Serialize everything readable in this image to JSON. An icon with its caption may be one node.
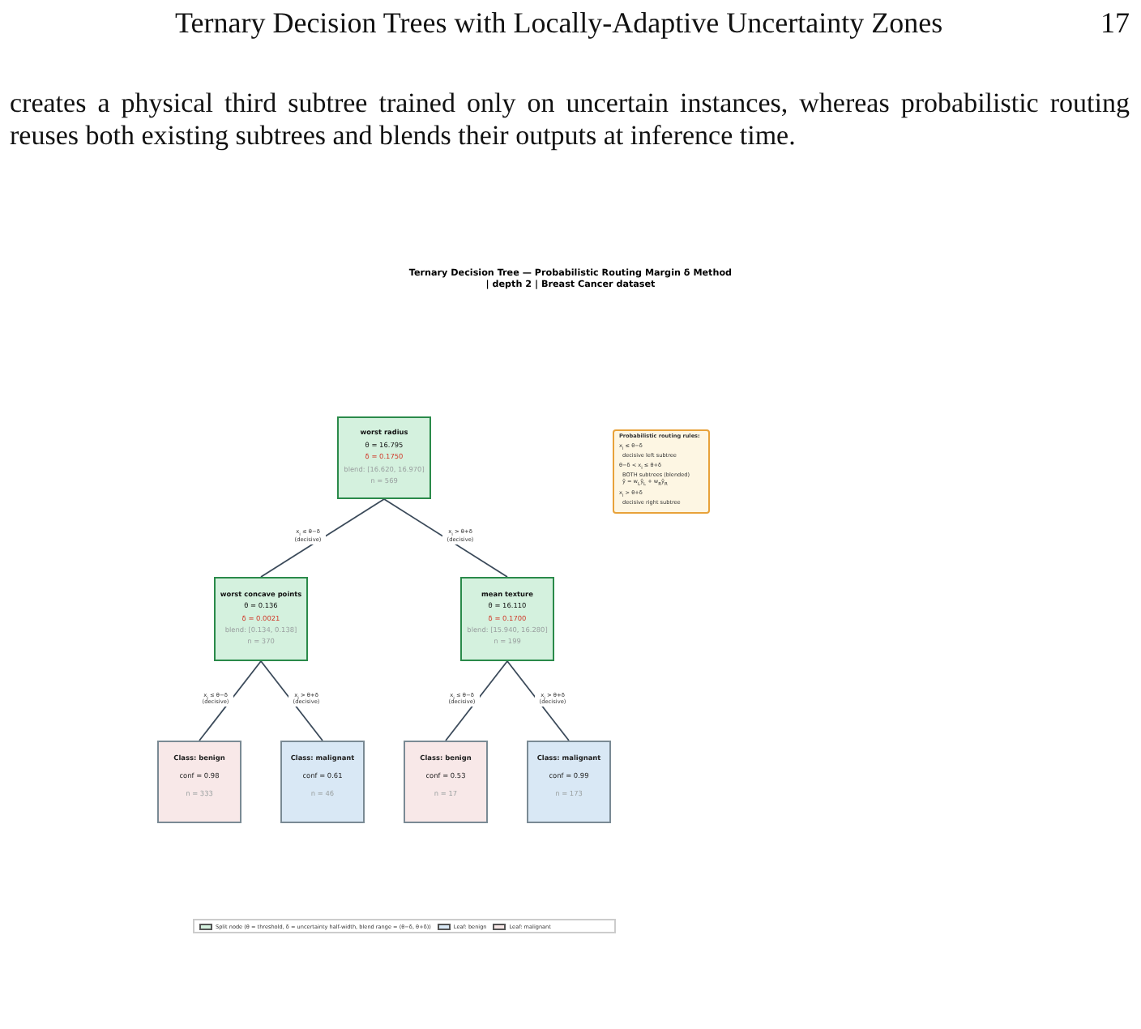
{
  "diagram": {
    "title": "Ternary Decision Tree — Probabilistic Routing Margin δ Method | depth 2 | Breast Cancer dataset",
    "nodes": [
      {
        "text": [
          "worst radius",
          "θ = 16.795",
          "δ = 0.1750",
          "blend: [16.620, 16.970]",
          "n = 569"
        ]
      },
      {
        "text": [
          "Probabilistic routing rules:",
          "x$_{i}$ ≤ θ−δ",
          "decisive left subtree",
          "θ−δ < x$_{i}$ ≤ θ+δ",
          "BOTH subtrees (blended)",
          "ŷ = w$_{L}$ŷ$_{L}$ + w$_{R}$ŷ$_{R}$",
          "x$_{i}$ > θ+δ",
          "decisive right subtree"
        ]
      },
      {
        "text": [
          "worst concave points",
          "θ = 0.136",
          "δ = 0.0021",
          "blend: [0.134, 0.138]",
          "n = 370"
        ]
      },
      {
        "text": [
          "mean texture",
          "θ = 16.110",
          "δ = 0.1700",
          "blend: [15.940, 16.280]",
          "n = 199"
        ]
      },
      {
        "text": [
          "Class: benign",
          "conf = 0.98",
          "n = 333"
        ]
      },
      {
        "text": [
          "Class: malignant",
          "conf = 0.61",
          "n = 46"
        ]
      },
      {
        "text": [
          "Class: benign",
          "conf = 0.53",
          "n = 17"
        ]
      },
      {
        "text": [
          "Class: malignant",
          "conf = 0.99",
          "n = 173"
        ]
      }
    ],
    "edges": [
      {
        "from": 0,
        "to": 2,
        "arrow": "none",
        "label": "x$_{i}$ ≤ θ−δ (decisive)"
      },
      {
        "from": 0,
        "to": 3,
        "arrow": "none",
        "label": "x$_{i}$ > θ+δ (decisive)"
      },
      {
        "from": 2,
        "to": 4,
        "arrow": "none",
        "label": "x$_{i}$ ≤ θ−δ (decisive)"
      },
      {
        "from": 2,
        "to": 5,
        "arrow": "none",
        "label": "x$_{i}$ > θ+δ (decisive)"
      },
      {
        "from": 3,
        "to": 6,
        "arrow": "none",
        "label": "x$_{i}$ ≤ θ−δ (decisive)"
      },
      {
        "from": 3,
        "to": 7,
        "arrow": "none",
        "label": "x$_{i}$ > θ+δ (decisive)"
      }
    ],
    "labels": [
      "Ternary Decision Trees with Locally-Adaptive Uncertainty Zones",
      "17",
      "creates a physical third subtree trained only on uncertain instances, whereas probabilistic routing reuses both existing subtrees and blends their outputs at inference time."
    ],
    "legend": [
      {
        "text": "Split node (θ = threshold, δ = uncertainty half-width, blend range = (θ−δ, θ+δ))",
        "color": "#d4f1de"
      },
      {
        "text": "Leaf: benign",
        "color": "#d9e8f5"
      },
      {
        "text": "Leaf: malignant",
        "color": "#f8e8e8"
      }
    ]
  }
}
